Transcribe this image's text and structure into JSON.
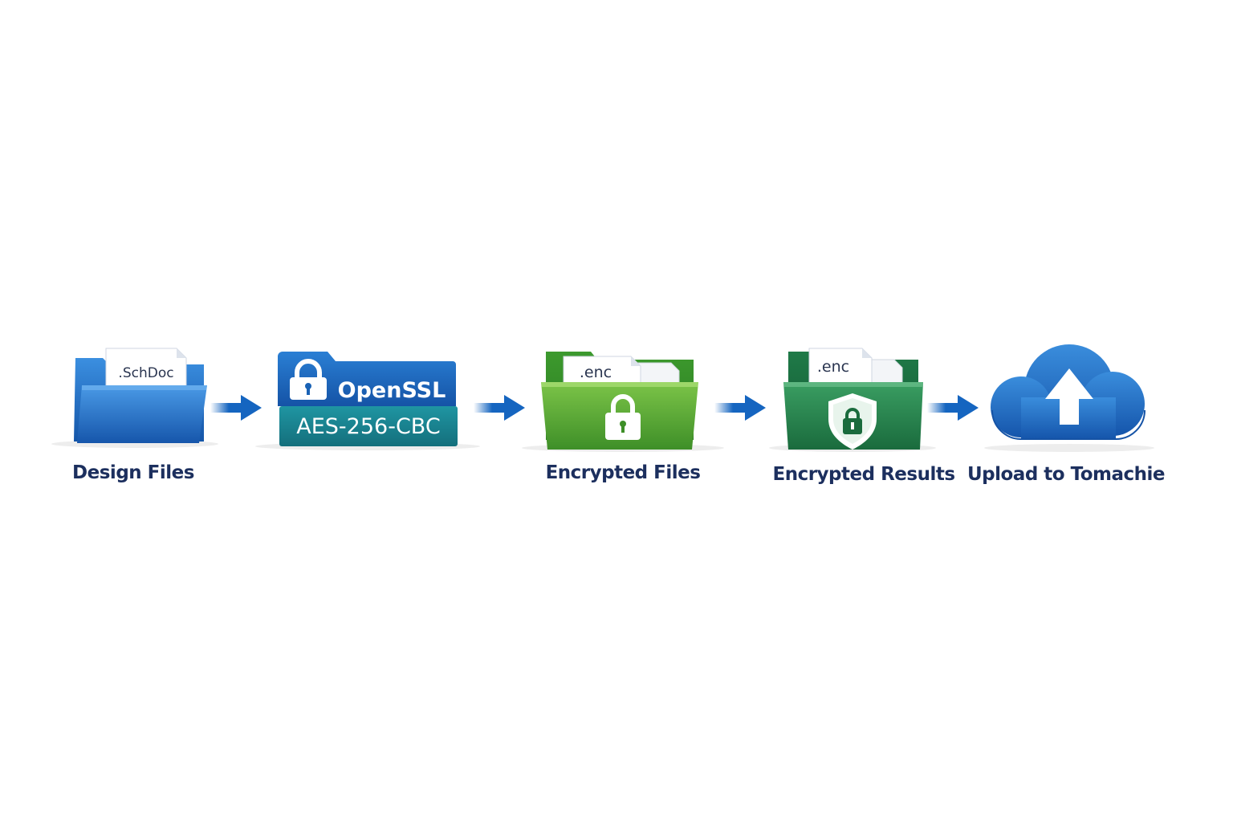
{
  "steps": [
    {
      "label": "Design Files",
      "file_ext": ".SchDoc",
      "icon": "blue-folder-icon"
    },
    {
      "label": "",
      "title": "OpenSSL",
      "subtitle": "AES-256-CBC",
      "icon": "padlock-icon"
    },
    {
      "label": "Encrypted Files",
      "file_ext": ".enc",
      "icon": "green-folder-lock-icon"
    },
    {
      "label": "Encrypted Results",
      "file_ext": ".enc",
      "icon": "shield-folder-icon"
    },
    {
      "label": "Upload to Tomachie",
      "icon": "cloud-upload-icon"
    }
  ],
  "connectors": [
    "arrow-right-icon",
    "arrow-right-icon",
    "arrow-right-icon",
    "arrow-right-icon"
  ],
  "colors": {
    "label_text": "#1c2f5e",
    "arrow_blue": "#1565c0",
    "folder_blue": "#1f6fc6",
    "openssl_blue": "#1a62b5",
    "openssl_teal": "#1a8a96",
    "folder_green": "#5aa832",
    "folder_dark_green": "#1f7a48",
    "cloud_blue": "#1d6fc4"
  }
}
